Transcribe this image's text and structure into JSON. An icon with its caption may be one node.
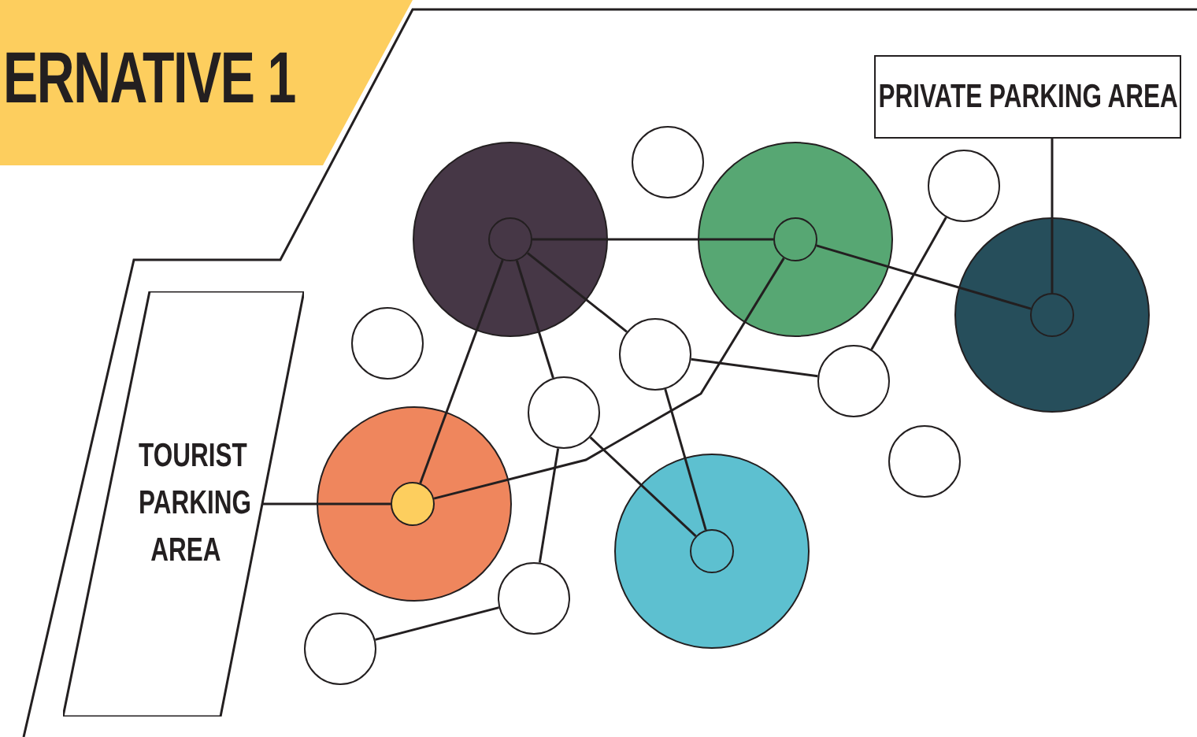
{
  "diagram": {
    "title": "ERNATIVE 1",
    "nodes": [
      {
        "text": [
          "PRIVATE PARKING AREA"
        ]
      },
      {
        "text": [
          "TOURIST PARKING AREA"
        ]
      },
      {
        "text": [],
        "shape": "circle"
      },
      {
        "text": [],
        "shape": "circle",
        "in": 2
      },
      {
        "text": [],
        "shape": "circle"
      },
      {
        "text": [],
        "shape": "circle",
        "in": 4
      },
      {
        "text": [],
        "shape": "circle"
      },
      {
        "text": [],
        "shape": "circle",
        "in": 6
      },
      {
        "text": [],
        "shape": "circle"
      },
      {
        "text": [],
        "shape": "circle",
        "in": 8
      },
      {
        "text": [],
        "shape": "circle"
      },
      {
        "text": [],
        "shape": "circle",
        "in": 10
      },
      {
        "text": [],
        "shape": "circle"
      },
      {
        "text": [],
        "shape": "circle"
      },
      {
        "text": [],
        "shape": "circle"
      },
      {
        "text": [],
        "shape": "circle"
      },
      {
        "text": [],
        "shape": "circle"
      },
      {
        "text": [],
        "shape": "circle"
      },
      {
        "text": [],
        "shape": "circle"
      },
      {
        "text": [],
        "shape": "circle"
      },
      {
        "text": [],
        "shape": "circle"
      }
    ],
    "edges": [
      {
        "from": 0,
        "to": 7,
        "arrow": "none"
      },
      {
        "from": 1,
        "to": 9,
        "arrow": "none"
      },
      {
        "from": 3,
        "to": 5,
        "arrow": "none"
      },
      {
        "from": 3,
        "to": 9,
        "arrow": "none"
      },
      {
        "from": 3,
        "to": 15,
        "arrow": "none"
      },
      {
        "from": 3,
        "to": 16,
        "arrow": "none"
      },
      {
        "from": 5,
        "to": 9,
        "arrow": "none"
      },
      {
        "from": 5,
        "to": 7,
        "arrow": "none"
      },
      {
        "from": 15,
        "to": 17,
        "arrow": "none"
      },
      {
        "from": 17,
        "to": 13,
        "arrow": "none"
      },
      {
        "from": 15,
        "to": 11,
        "arrow": "none"
      },
      {
        "from": 16,
        "to": 11,
        "arrow": "none"
      },
      {
        "from": 16,
        "to": 19,
        "arrow": "none"
      },
      {
        "from": 19,
        "to": 20,
        "arrow": "none"
      }
    ]
  }
}
